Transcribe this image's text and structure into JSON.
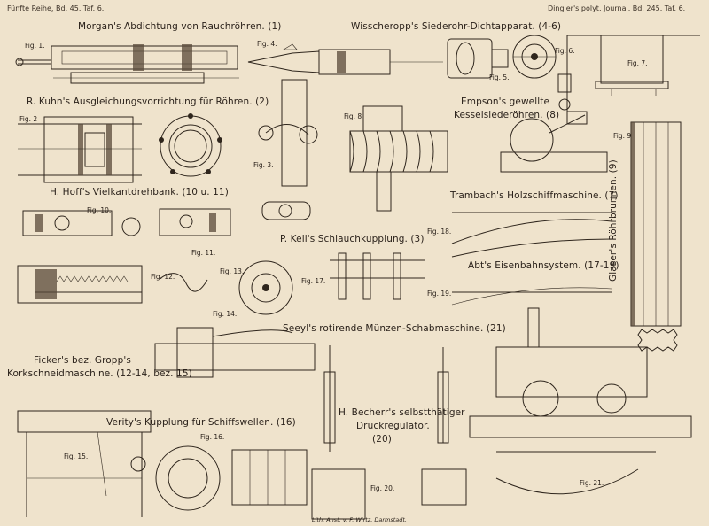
{
  "header": {
    "left": "Fünfte Reihe, Bd. 45. Taf. 6.",
    "right": "Dingler's polyt. Journal. Bd. 245. Taf. 6."
  },
  "titles": {
    "morgan": "Morgan's Abdichtung von Rauchröhren. (1)",
    "wisscheropp": "Wisscheropp's Siederohr-Dichtapparat. (4-6)",
    "kuhn": "R. Kuhn's Ausgleichungsvorrichtung für Röhren. (2)",
    "empson_1": "Empson's gewellte",
    "empson_2": "Kesselsiederöhren. (8)",
    "hoff": "H. Hoff's Vielkantdrehbank. (10 u. 11)",
    "trambach": "Trambach's Holzschiffmaschine. (7)",
    "keil": "P. Keil's Schlauchkupplung. (3)",
    "abt": "Abt's Eisenbahnsystem. (17-19)",
    "glaser": "Glaser's Röhrbrunnen. (9)",
    "seeyl": "Seeyl's rotirende Münzen-Schabmaschine. (21)",
    "ficker_1": "Ficker's bez. Gropp's",
    "ficker_2": "Korkschneidmaschine. (12-14, bez. 15)",
    "verity": "Verity's Kupplung für Schiffswellen. (16)",
    "becherr_1": "H. Becherr's selbstthätiger",
    "becherr_2": "Druckregulator.",
    "becherr_3": "(20)"
  },
  "figures": {
    "f1": "Fig. 1.",
    "f2": "Fig. 2",
    "f3": "Fig. 3.",
    "f4": "Fig. 4.",
    "f5": "Fig. 5.",
    "f6": "Fig. 6.",
    "f7": "Fig. 7.",
    "f8": "Fig. 8",
    "f9": "Fig. 9",
    "f10": "Fig. 10.",
    "f11": "Fig. 11.",
    "f12": "Fig. 12.",
    "f13": "Fig. 13.",
    "f14": "Fig. 14.",
    "f15": "Fig. 15.",
    "f16": "Fig. 16.",
    "f17": "Fig. 17.",
    "f18": "Fig. 18.",
    "f19": "Fig. 19.",
    "f20": "Fig. 20.",
    "f21": "Fig. 21."
  },
  "footer": {
    "imprint": "Lith. Anst. v. F. Wirtz, Darmstadt."
  }
}
